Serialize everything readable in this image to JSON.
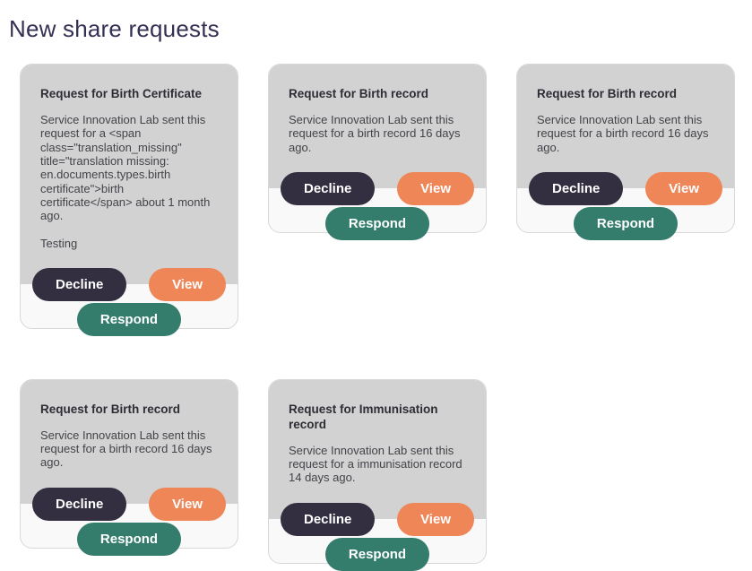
{
  "page": {
    "title": "New share requests"
  },
  "colors": {
    "heading": "#333053",
    "card_top_bg": "#d2d2d2",
    "card_bottom_bg": "#f9f9f9",
    "card_border": "#d8d8d8",
    "decline_bg": "#332f40",
    "view_bg": "#ef8658",
    "respond_bg": "#347d6d",
    "button_text": "#ffffff",
    "title_text": "#2d2d35",
    "body_text": "#43434a"
  },
  "buttons": {
    "decline": "Decline",
    "view": "View",
    "respond": "Respond"
  },
  "cards": [
    {
      "title": "Request for Birth Certificate",
      "body": "Service Innovation Lab sent this request for a <span class=\"translation_missing\" title=\"translation missing: en.documents.types.birth certificate\">birth certificate</span> about 1 month ago.",
      "extra": "Testing"
    },
    {
      "title": "Request for Birth record",
      "body": "Service Innovation Lab sent this request for a birth record 16 days ago."
    },
    {
      "title": "Request for Birth record",
      "body": "Service Innovation Lab sent this request for a birth record 16 days ago."
    },
    {
      "title": "Request for Birth record",
      "body": "Service Innovation Lab sent this request for a birth record 16 days ago."
    },
    {
      "title": "Request for Immunisation record",
      "body": "Service Innovation Lab sent this request for a immunisation record 14 days ago."
    }
  ]
}
